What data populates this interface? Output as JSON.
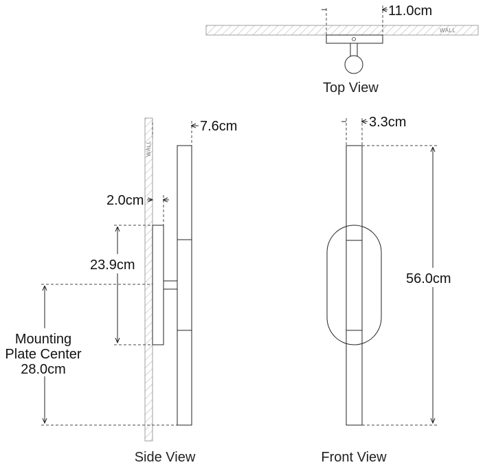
{
  "views": {
    "top": "Top View",
    "side": "Side View",
    "front": "Front View"
  },
  "wall_label": "WALL",
  "dimensions": {
    "top_width": "11.0cm",
    "tube_diameter_side": "7.6cm",
    "plate_depth": "2.0cm",
    "plate_height": "23.9cm",
    "mounting_center_label_1": "Mounting",
    "mounting_center_label_2": "Plate Center",
    "mounting_center_value": "28.0cm",
    "tube_width_front": "3.3cm",
    "total_height": "56.0cm"
  }
}
